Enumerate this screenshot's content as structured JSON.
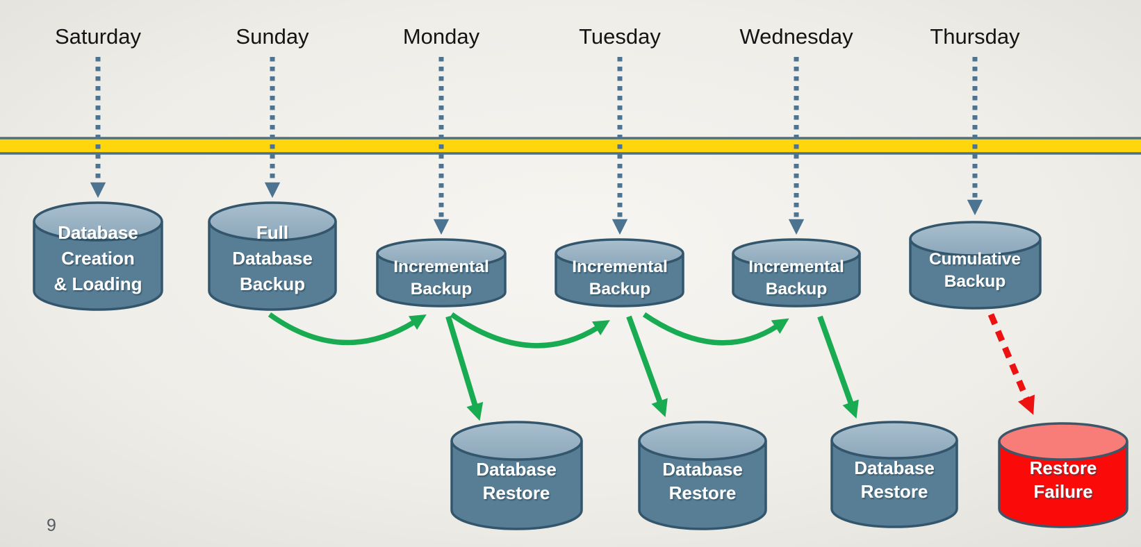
{
  "slide": {
    "page_number": "9"
  },
  "days": [
    {
      "label": "Saturday"
    },
    {
      "label": "Sunday"
    },
    {
      "label": "Monday"
    },
    {
      "label": "Tuesday"
    },
    {
      "label": "Wednesday"
    },
    {
      "label": "Thursday"
    }
  ],
  "nodes": {
    "saturday": {
      "lines": [
        "Database",
        "Creation",
        "& Loading"
      ]
    },
    "sunday": {
      "lines": [
        "Full",
        "Database",
        "Backup"
      ]
    },
    "monday": {
      "lines": [
        "Incremental",
        "Backup"
      ]
    },
    "tuesday": {
      "lines": [
        "Incremental",
        "Backup"
      ]
    },
    "wednesday": {
      "lines": [
        "Incremental",
        "Backup"
      ]
    },
    "thursday": {
      "lines": [
        "Cumulative",
        "Backup"
      ]
    },
    "restore1": {
      "lines": [
        "Database",
        "Restore"
      ]
    },
    "restore2": {
      "lines": [
        "Database",
        "Restore"
      ]
    },
    "restore3": {
      "lines": [
        "Database",
        "Restore"
      ]
    },
    "failure": {
      "lines": [
        "Restore",
        "Failure"
      ]
    }
  },
  "colors": {
    "timeline_yellow": "#ffd60b",
    "timeline_border": "#4f7081",
    "cylinder_body": "#587e96",
    "cylinder_border": "#33566c",
    "dotted_arrow": "#4c7390",
    "flow_green": "#19ab51",
    "failure_red": "#fb0a0a",
    "failure_top": "#f87d79"
  }
}
